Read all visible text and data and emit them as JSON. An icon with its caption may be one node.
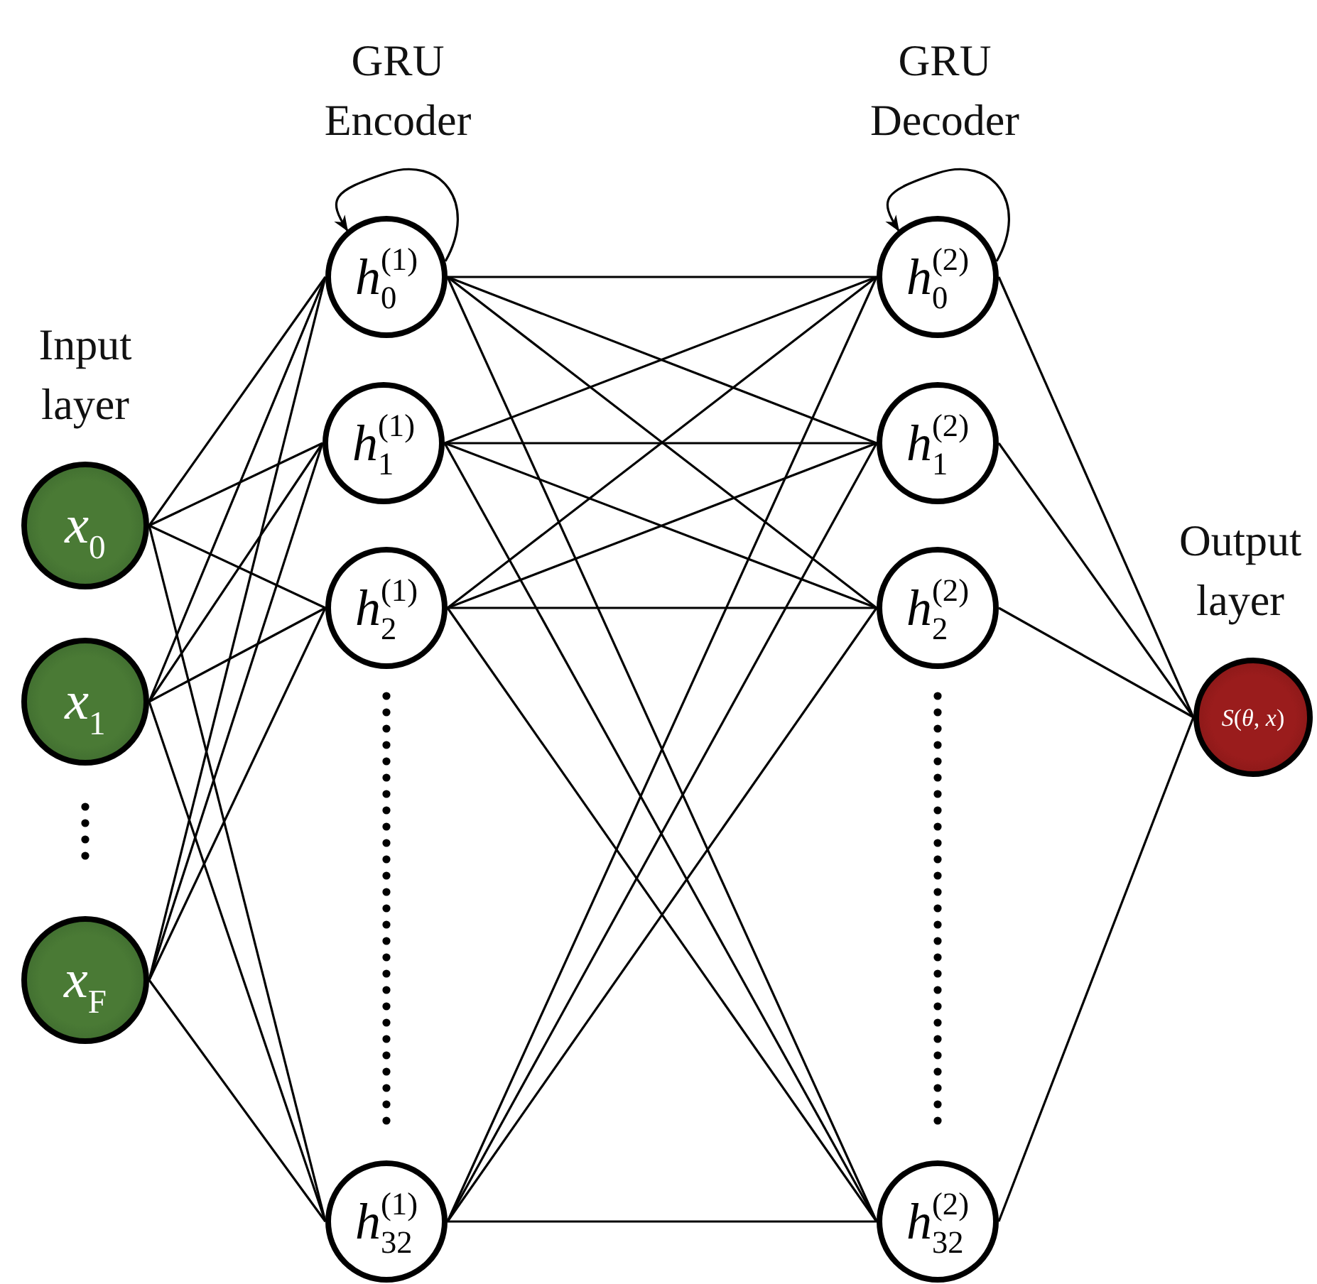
{
  "diagram": {
    "nodes": [
      {
        "text": [
          "*x*$_{0}$"
        ]
      },
      {
        "text": [
          "*x*$_{1}$"
        ]
      },
      {
        "text": [
          "*x*$_{F}$"
        ]
      },
      {
        "text": [
          "*h*$^{(1)}$$_{0}$"
        ]
      },
      {
        "text": [
          "*h*$^{(1)}$$_{1}$"
        ]
      },
      {
        "text": [
          "*h*$^{(1)}$$_{2}$"
        ]
      },
      {
        "text": [
          "*h*$^{(1)}$$_{32}$"
        ]
      },
      {
        "text": [
          "*h*$^{(2)}$$_{0}$"
        ]
      },
      {
        "text": [
          "*h*$^{(2)}$$_{1}$"
        ]
      },
      {
        "text": [
          "*h*$^{(2)}$$_{2}$"
        ]
      },
      {
        "text": [
          "*h*$^{(2)}$$_{32}$"
        ]
      },
      {
        "text": [
          "*S*(*θ*, *x*)"
        ]
      }
    ],
    "edges": [
      {
        "from": 0,
        "to": 3,
        "arrow": "none"
      },
      {
        "from": 0,
        "to": 4,
        "arrow": "none"
      },
      {
        "from": 0,
        "to": 5,
        "arrow": "none"
      },
      {
        "from": 0,
        "to": 6,
        "arrow": "none"
      },
      {
        "from": 1,
        "to": 3,
        "arrow": "none"
      },
      {
        "from": 1,
        "to": 4,
        "arrow": "none"
      },
      {
        "from": 1,
        "to": 5,
        "arrow": "none"
      },
      {
        "from": 1,
        "to": 6,
        "arrow": "none"
      },
      {
        "from": 2,
        "to": 3,
        "arrow": "none"
      },
      {
        "from": 2,
        "to": 4,
        "arrow": "none"
      },
      {
        "from": 2,
        "to": 5,
        "arrow": "none"
      },
      {
        "from": 2,
        "to": 6,
        "arrow": "none"
      },
      {
        "from": 3,
        "to": 3,
        "arrow": "to"
      },
      {
        "from": 3,
        "to": 7,
        "arrow": "none"
      },
      {
        "from": 3,
        "to": 8,
        "arrow": "none"
      },
      {
        "from": 3,
        "to": 9,
        "arrow": "none"
      },
      {
        "from": 3,
        "to": 10,
        "arrow": "none"
      },
      {
        "from": 4,
        "to": 7,
        "arrow": "none"
      },
      {
        "from": 4,
        "to": 8,
        "arrow": "none"
      },
      {
        "from": 4,
        "to": 9,
        "arrow": "none"
      },
      {
        "from": 4,
        "to": 10,
        "arrow": "none"
      },
      {
        "from": 5,
        "to": 7,
        "arrow": "none"
      },
      {
        "from": 5,
        "to": 8,
        "arrow": "none"
      },
      {
        "from": 5,
        "to": 9,
        "arrow": "none"
      },
      {
        "from": 5,
        "to": 10,
        "arrow": "none"
      },
      {
        "from": 6,
        "to": 7,
        "arrow": "none"
      },
      {
        "from": 6,
        "to": 8,
        "arrow": "none"
      },
      {
        "from": 6,
        "to": 9,
        "arrow": "none"
      },
      {
        "from": 6,
        "to": 10,
        "arrow": "none"
      },
      {
        "from": 7,
        "to": 7,
        "arrow": "to"
      },
      {
        "from": 7,
        "to": 11,
        "arrow": "none"
      },
      {
        "from": 8,
        "to": 11,
        "arrow": "none"
      },
      {
        "from": 9,
        "to": 11,
        "arrow": "none"
      },
      {
        "from": 10,
        "to": 11,
        "arrow": "none"
      }
    ],
    "labels": [
      "GRU Encoder",
      "GRU Decoder",
      "Input layer",
      "Output layer"
    ]
  }
}
